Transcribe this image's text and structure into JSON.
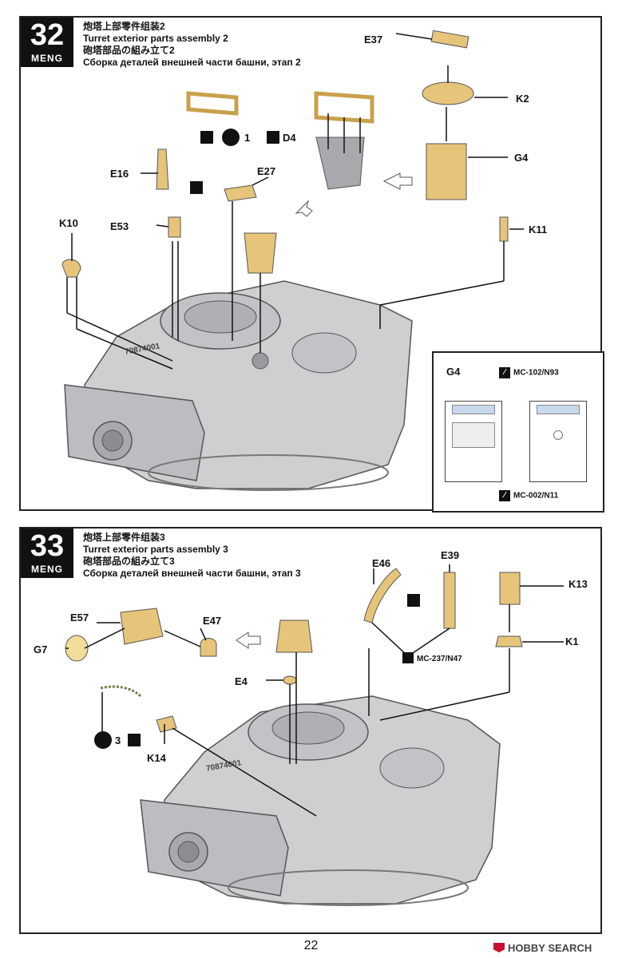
{
  "steps": [
    {
      "number": "32",
      "logo": "MENG",
      "title_cn": "炮塔上部零件组装2",
      "title_en": "Turret exterior parts assembly 2",
      "title_jp": "砲塔部品の組み立て2",
      "title_ru": "Сборка деталей внешней части башни, этап 2",
      "parts": [
        "E37",
        "K2",
        "D4",
        "G4",
        "E16",
        "E27",
        "E53",
        "K10",
        "K11"
      ],
      "instruction_w": "1",
      "inset": {
        "part": "G4",
        "color_top": "MC-102/N93",
        "color_bottom": "MC-002/N11"
      }
    },
    {
      "number": "33",
      "logo": "MENG",
      "title_cn": "炮塔上部零件组装3",
      "title_en": "Turret exterior parts assembly 3",
      "title_jp": "砲塔部品の組み立て3",
      "title_ru": "Сборка деталей внешней части башни, этап 3",
      "parts": [
        "E46",
        "E39",
        "K13",
        "E57",
        "E47",
        "G7",
        "K1",
        "E4",
        "K14"
      ],
      "instruction_w": "3",
      "color_note": "MC-237/N47"
    }
  ],
  "turret_marking": "70874001",
  "page_number": "22",
  "watermark": "HOBBY SEARCH",
  "colors": {
    "turret": "#cfcfd2",
    "part_tan": "#e6c47a",
    "ink": "#111111"
  }
}
